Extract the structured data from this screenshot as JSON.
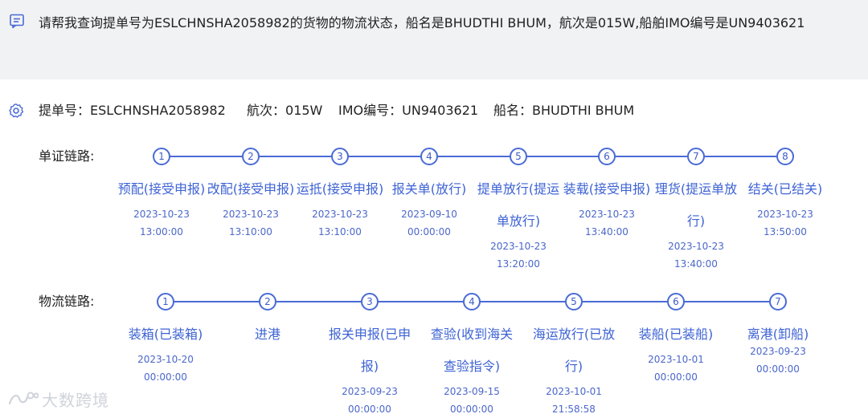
{
  "query": {
    "text": "请帮我查询提单号为ESLCHNSHA2058982的货物的物流状态，船名是BHUDTHI BHUM，航次是015W,船舶IMO编号是UN9403621"
  },
  "summary": {
    "bl_label": "提单号：",
    "bl_value": "ESLCHNSHA2058982",
    "voyage_label": "航次：",
    "voyage_value": "015W",
    "imo_label": "IMO编号：",
    "imo_value": "UN9403621",
    "vessel_label": "船名：",
    "vessel_value": "BHUDTHI BHUM"
  },
  "document_chain": {
    "label": "单证链路:",
    "steps": [
      {
        "num": "1",
        "name": "预配(接受申报)",
        "date": "2023-10-23",
        "time": "13:00:00"
      },
      {
        "num": "2",
        "name": "改配(接受申报)",
        "date": "2023-10-23",
        "time": "13:10:00"
      },
      {
        "num": "3",
        "name": "运抵(接受申报)",
        "date": "2023-10-23",
        "time": "13:10:00"
      },
      {
        "num": "4",
        "name": "报关单(放行)",
        "date": "2023-09-10",
        "time": "00:00:00"
      },
      {
        "num": "5",
        "name": "提单放行(提运单放行)",
        "date": "2023-10-23",
        "time": "13:20:00"
      },
      {
        "num": "6",
        "name": "装载(接受申报)",
        "date": "2023-10-23",
        "time": "13:40:00"
      },
      {
        "num": "7",
        "name": "理货(提运单放行)",
        "date": "2023-10-23",
        "time": "13:40:00"
      },
      {
        "num": "8",
        "name": "结关(已结关)",
        "date": "2023-10-23",
        "time": "13:50:00"
      }
    ]
  },
  "logistics_chain": {
    "label": "物流链路:",
    "steps": [
      {
        "num": "1",
        "name": "装箱(已装箱)",
        "date": "2023-10-20",
        "time": "00:00:00"
      },
      {
        "num": "2",
        "name": "进港",
        "date": "",
        "time": ""
      },
      {
        "num": "3",
        "name": "报关申报(已申报)",
        "date": "2023-09-23",
        "time": "00:00:00"
      },
      {
        "num": "4",
        "name": "查验(收到海关查验指令)",
        "date": "2023-09-15",
        "time": "00:00:00"
      },
      {
        "num": "5",
        "name": "海运放行(已放行)",
        "date": "2023-10-01",
        "time": "21:58:58"
      },
      {
        "num": "6",
        "name": "装船(已装船)",
        "date": "2023-10-01",
        "time": "00:00:00"
      },
      {
        "num": "7",
        "name": "离港(卸船)",
        "date": "2023-09-23",
        "time": "00:00:00"
      }
    ]
  },
  "watermark": {
    "text": "大数跨境"
  }
}
